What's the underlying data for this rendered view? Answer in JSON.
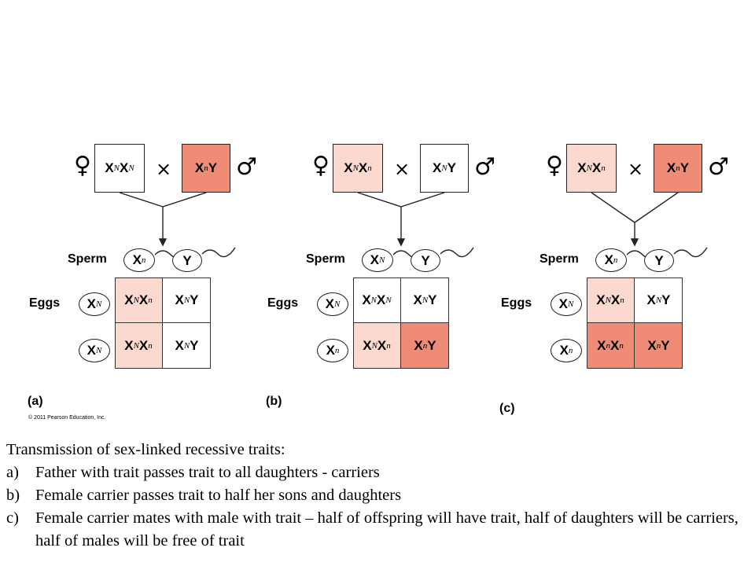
{
  "colors": {
    "dark_fill": "#ef8c76",
    "light_fill": "#fbd9cf",
    "white": "#ffffff",
    "line": "#222222"
  },
  "symbols": {
    "female": "♀",
    "male": "♂",
    "cross": "×"
  },
  "labels": {
    "sperm": "Sperm",
    "eggs": "Eggs"
  },
  "copyright": "© 2011 Pearson Education, Inc.",
  "panels": [
    {
      "letter": "(a)",
      "mother": {
        "text": "XNXN",
        "fill": "white"
      },
      "father": {
        "text": "XnY",
        "fill": "dark"
      },
      "sperm": [
        "Xn",
        "Y"
      ],
      "eggs": [
        "XN",
        "XN"
      ],
      "grid": [
        [
          {
            "text": "XNXn",
            "fill": "light"
          },
          {
            "text": "XNY",
            "fill": "white"
          }
        ],
        [
          {
            "text": "XNXn",
            "fill": "light"
          },
          {
            "text": "XNY",
            "fill": "white"
          }
        ]
      ]
    },
    {
      "letter": "(b)",
      "mother": {
        "text": "XNXn",
        "fill": "light"
      },
      "father": {
        "text": "XNY",
        "fill": "white"
      },
      "sperm": [
        "XN",
        "Y"
      ],
      "eggs": [
        "XN",
        "Xn"
      ],
      "grid": [
        [
          {
            "text": "XNXN",
            "fill": "white"
          },
          {
            "text": "XNY",
            "fill": "white"
          }
        ],
        [
          {
            "text": "XNXn",
            "fill": "light"
          },
          {
            "text": "XnY",
            "fill": "dark"
          }
        ]
      ]
    },
    {
      "letter": "(c)",
      "mother": {
        "text": "XNXn",
        "fill": "light"
      },
      "father": {
        "text": "XnY",
        "fill": "dark"
      },
      "sperm": [
        "Xn",
        "Y"
      ],
      "eggs": [
        "XN",
        "Xn"
      ],
      "grid": [
        [
          {
            "text": "XNXn",
            "fill": "light"
          },
          {
            "text": "XNY",
            "fill": "white"
          }
        ],
        [
          {
            "text": "XnXn",
            "fill": "dark"
          },
          {
            "text": "XnY",
            "fill": "dark"
          }
        ]
      ]
    }
  ],
  "caption": {
    "heading": "Transmission of sex-linked recessive traits:",
    "items": [
      {
        "letter": "a)",
        "text": "Father with trait passes trait to all daughters - carriers"
      },
      {
        "letter": "b)",
        "text": "Female carrier passes trait to half her sons and daughters"
      },
      {
        "letter": "c)",
        "text": "Female carrier mates with male with trait – half of offspring will have trait, half of daughters will be carriers, half of males will be free of trait"
      }
    ]
  }
}
